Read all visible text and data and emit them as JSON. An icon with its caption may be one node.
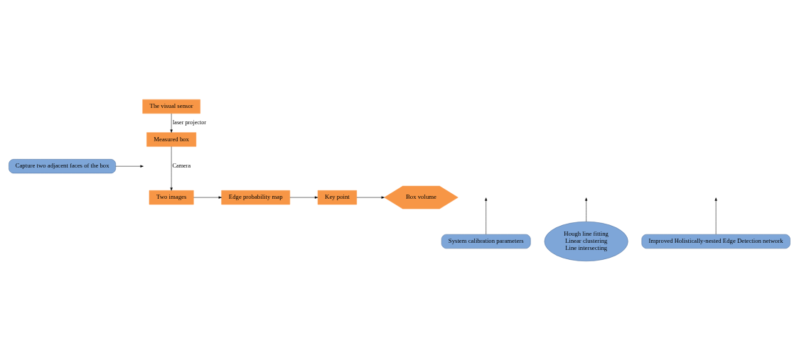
{
  "diagram": {
    "nodes": [
      {
        "text": [
          "The visual sensor"
        ]
      },
      {
        "text": [
          "Measured box"
        ]
      },
      {
        "text": [
          "Capture two adjacent faces of the box"
        ]
      },
      {
        "text": [
          "Two images"
        ]
      },
      {
        "text": [
          "Edge probability map"
        ]
      },
      {
        "text": [
          "Key point"
        ]
      },
      {
        "text": [
          "Box volume"
        ]
      },
      {
        "text": [
          "Improved Holistically-nested Edge Detection network"
        ]
      },
      {
        "text": [
          "Hough line fitting",
          "Linear clustering",
          "Line intersecting"
        ]
      },
      {
        "text": [
          "System calibration parameters"
        ]
      }
    ],
    "edges": [
      {
        "from": 0,
        "to": 1,
        "arrow": "to",
        "label": "laser projector"
      },
      {
        "from": 1,
        "to": 3,
        "arrow": "to",
        "label": "Camera"
      },
      {
        "from": 2,
        "to": null,
        "arrow": "to"
      },
      {
        "from": 3,
        "to": 4,
        "arrow": "to"
      },
      {
        "from": 4,
        "to": 5,
        "arrow": "to"
      },
      {
        "from": 5,
        "to": 6,
        "arrow": "to"
      },
      {
        "from": 7,
        "to": null,
        "arrow": "to"
      },
      {
        "from": 8,
        "to": null,
        "arrow": "to"
      },
      {
        "from": 9,
        "to": null,
        "arrow": "to"
      }
    ]
  }
}
